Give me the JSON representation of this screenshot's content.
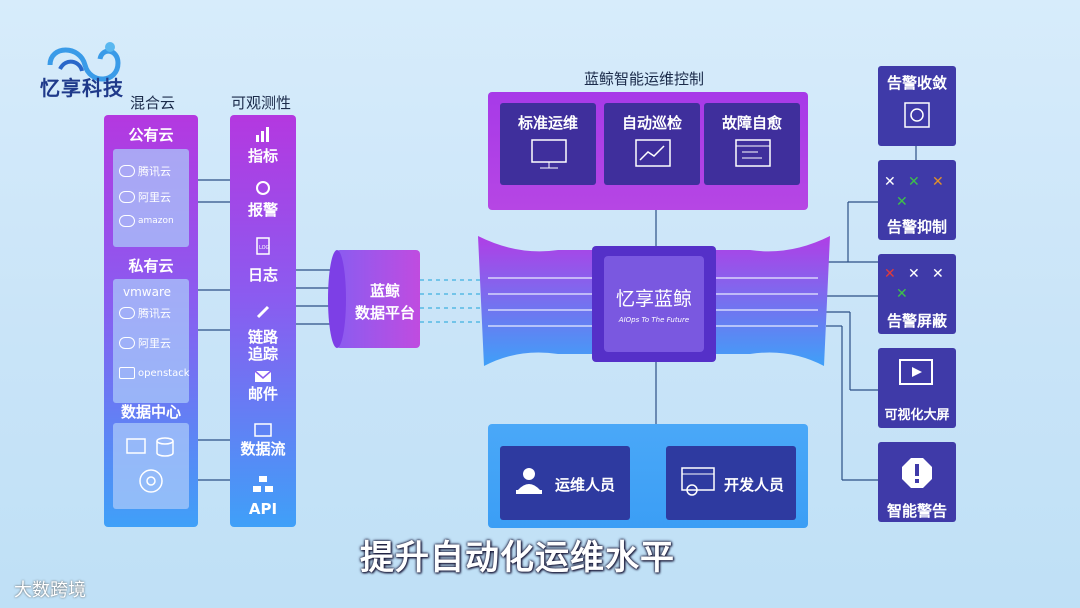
{
  "brand": {
    "name": "忆享科技"
  },
  "sections": {
    "hybrid_cloud": "混合云",
    "observability": "可观测性"
  },
  "cloud": {
    "public": {
      "label": "公有云",
      "vendors": [
        "腾讯云",
        "阿里云",
        "amazon"
      ]
    },
    "private": {
      "label": "私有云",
      "vendors": [
        "vmware",
        "腾讯云",
        "阿里云",
        "openstack"
      ]
    },
    "datacenter": {
      "label": "数据中心"
    }
  },
  "observability_items": [
    "指标",
    "报警",
    "日志",
    "链路",
    "追踪",
    "邮件",
    "数据流",
    "API"
  ],
  "data_platform": {
    "line1": "蓝鲸",
    "line2": "数据平台"
  },
  "control": {
    "title": "蓝鲸智能运维控制",
    "cards": [
      "标准运维",
      "自动巡检",
      "故障自愈"
    ]
  },
  "core": {
    "title": "忆享蓝鲸",
    "subtitle": "AIOps To The Future"
  },
  "people": [
    "运维人员",
    "开发人员"
  ],
  "alerts": [
    "告警收敛",
    "告警抑制",
    "告警屏蔽",
    "可视化大屏",
    "智能警告"
  ],
  "subtitle": "提升自动化运维水平",
  "watermark": "大数跨境",
  "colors": {
    "purple": "#b438e0",
    "blue": "#3fa0f8",
    "card": "#3f3aa8",
    "line": "#2c4f86"
  }
}
